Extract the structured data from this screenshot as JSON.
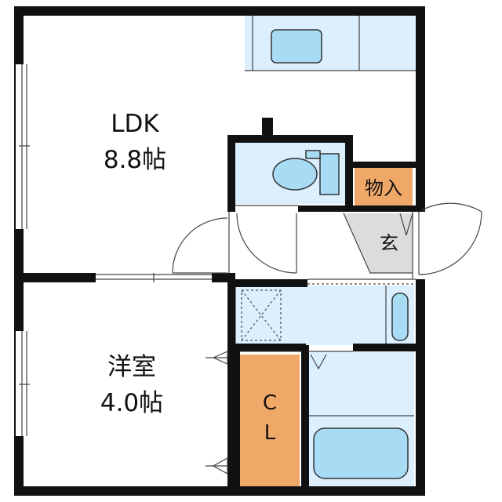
{
  "rooms": {
    "ldk": {
      "name": "LDK",
      "size": "8.8帖"
    },
    "western": {
      "name": "洋室",
      "size": "4.0帖"
    },
    "storage": {
      "name": "物入"
    },
    "entrance": {
      "name": "玄"
    },
    "closet": {
      "line1": "C",
      "line2": "L"
    }
  },
  "colors": {
    "wall": "#111111",
    "wet_area": "#dcefff",
    "fixture": "#a8dcf5",
    "storage_orange": "#f0a868",
    "entrance_gray": "#dcdcdc"
  }
}
